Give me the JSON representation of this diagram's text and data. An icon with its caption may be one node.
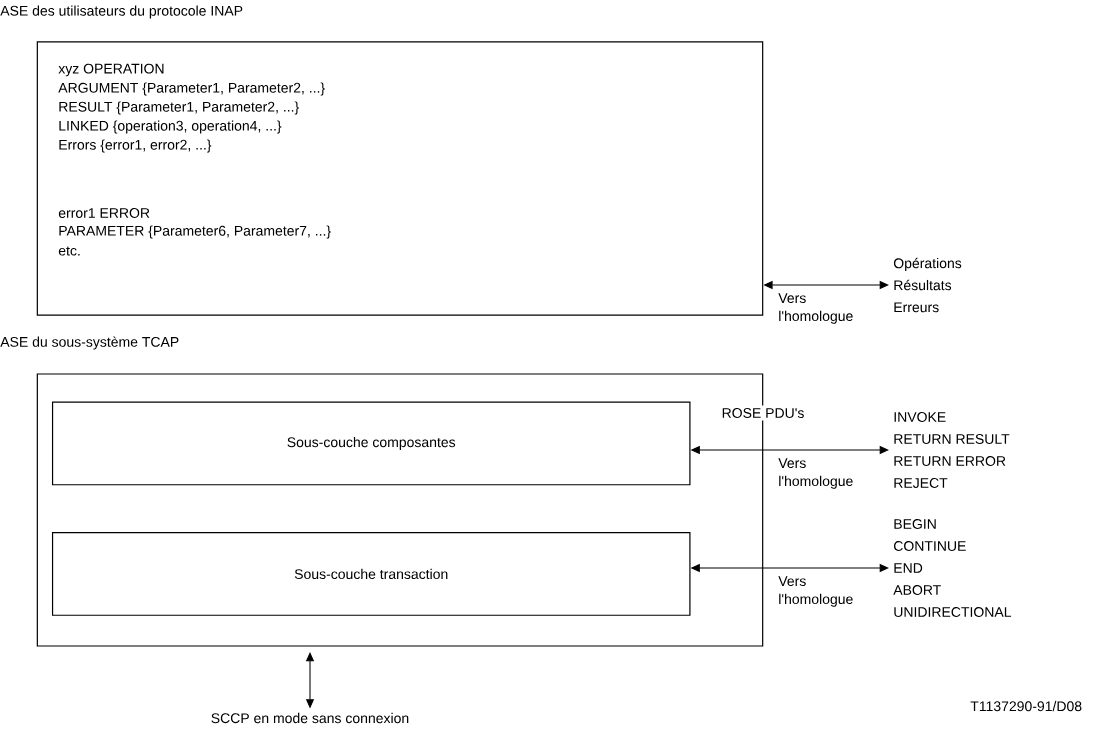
{
  "diagram": {
    "nodes": [
      {
        "text": [
          "ASE des utilisateurs du protocole INAP",
          "xyz OPERATION",
          "ARGUMENT {Parameter1, Parameter2, ...}",
          "RESULT {Parameter1, Parameter2, ...}",
          "LINKED {operation3, operation4, ...}",
          "Errors {error1, error2, ...}",
          "error1 ERROR",
          "PARAMETER {Parameter6, Parameter7, ...}",
          "etc."
        ]
      },
      {
        "text": [
          "Opérations",
          "Résultats",
          "Erreurs"
        ]
      },
      {
        "text": [
          "ASE du sous-système TCAP"
        ]
      },
      {
        "text": [
          "Sous-couche composantes"
        ],
        "in": 2
      },
      {
        "text": [
          "Sous-couche transaction"
        ],
        "in": 2
      },
      {
        "text": [
          "INVOKE",
          "RETURN RESULT",
          "RETURN ERROR",
          "REJECT"
        ]
      },
      {
        "text": [
          "BEGIN",
          "CONTINUE",
          "END",
          "ABORT",
          "UNIDIRECTIONAL"
        ]
      },
      {
        "text": [
          "SCCP en mode sans connexion"
        ]
      }
    ],
    "edges": [
      {
        "from": 0,
        "to": 1,
        "arrow": "both",
        "label": "Vers l'homologue"
      },
      {
        "from": 3,
        "to": 5,
        "arrow": "both",
        "label": "Vers l'homologue"
      },
      {
        "from": 4,
        "to": 6,
        "arrow": "both",
        "label": "Vers l'homologue"
      },
      {
        "from": 2,
        "to": 7,
        "arrow": "both"
      }
    ],
    "labels": [
      "ROSE PDU's",
      "T1137290-91/D08"
    ]
  }
}
